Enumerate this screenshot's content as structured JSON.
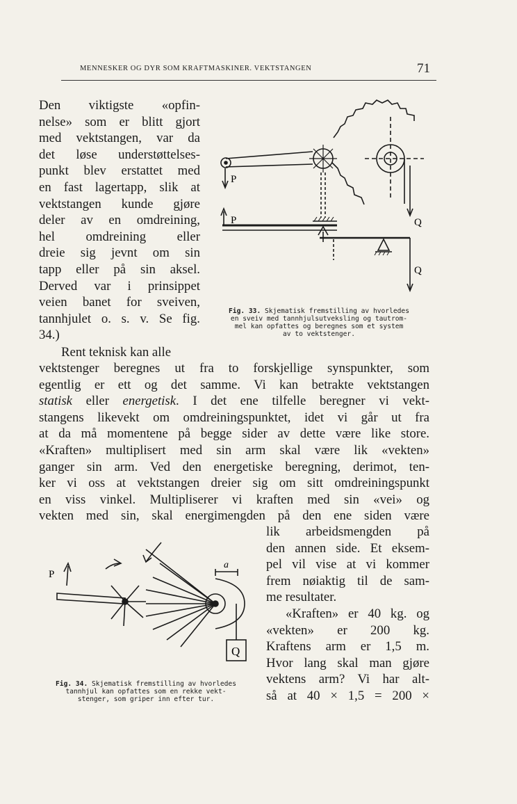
{
  "running_head": "MENNESKER OG DYR SOM KRAFTMASKINER. VEKTSTANGEN",
  "page_number": "71",
  "para1_lines": [
    "Den viktigste «opfin-",
    "nelse» som er blitt gjort",
    "med vektstangen, var da",
    "det løse understøttelses-",
    "punkt blev erstattet med",
    "en fast lagertapp, slik at",
    "vektstangen kunde gjøre",
    "deler av en omdreining,",
    "hel omdreining eller",
    "dreie sig jevnt om sin",
    "tapp eller på sin aksel.",
    "Derved var i prinsippet",
    "veien banet for sveiven,",
    "tannhjulet o. s. v. Se fig.",
    "34.)"
  ],
  "para2_indented_first": "Rent teknisk kan alle",
  "para2_full_lines": [
    "vektstenger beregnes ut fra to forskjellige synspunkter, som",
    "egentlig er ett og det samme. Vi kan betrakte vektstangen"
  ],
  "line_statisk": {
    "word1": "statisk",
    "mid": " eller ",
    "word2": "energetisk",
    "rest": ". I det ene tilfelle beregner vi vekt-"
  },
  "para2_more_lines": [
    "stangens likevekt om omdreiningspunktet, idet vi går ut fra",
    "at da må momentene på begge sider av dette være like store.",
    "«Kraften» multiplisert med sin arm skal være lik «vekten»",
    "ganger sin arm. Ved den energetiske beregning, derimot, ten-",
    "ker vi oss at vektstangen dreier sig om sitt omdreiningspunkt",
    "en viss vinkel. Multipliserer vi kraften med sin «vei» og",
    "vekten med sin, skal energimengden på den ene siden være"
  ],
  "right_col_lines": [
    "lik arbeidsmengden på",
    "den annen side. Et eksem-",
    "pel vil vise at vi kommer",
    "frem nøiaktig til de sam-",
    "me resultater."
  ],
  "right_col_lines2": [
    "«Kraften» er 40 kg. og",
    "«vekten» er 200 kg.",
    "Kraftens arm er 1,5 m.",
    "Hvor lang skal man gjøre",
    "vektens arm? Vi har alt-",
    "så at 40 × 1,5 = 200 ×"
  ],
  "fig33": {
    "caption_label": "Fig. 33.",
    "caption_lines": [
      "Skjematisk fremstilling av hvorledes",
      "en sveiv med tannhjulsutveksling og tautrom-",
      "mel kan opfattes og beregnes som et system",
      "av to vektstenger."
    ],
    "labels": {
      "P_top": "P",
      "P_bottom": "P",
      "Q_right_top": "Q",
      "Q_right_bottom": "Q"
    }
  },
  "fig34": {
    "caption_label": "Fig. 34.",
    "caption_lines": [
      "Skjematisk fremstilling av hvorledes",
      "tannhjul kan opfattes som en rekke vekt-",
      "stenger, som griper inn efter tur."
    ],
    "labels": {
      "P": "P",
      "a": "a",
      "Q": "Q"
    }
  }
}
